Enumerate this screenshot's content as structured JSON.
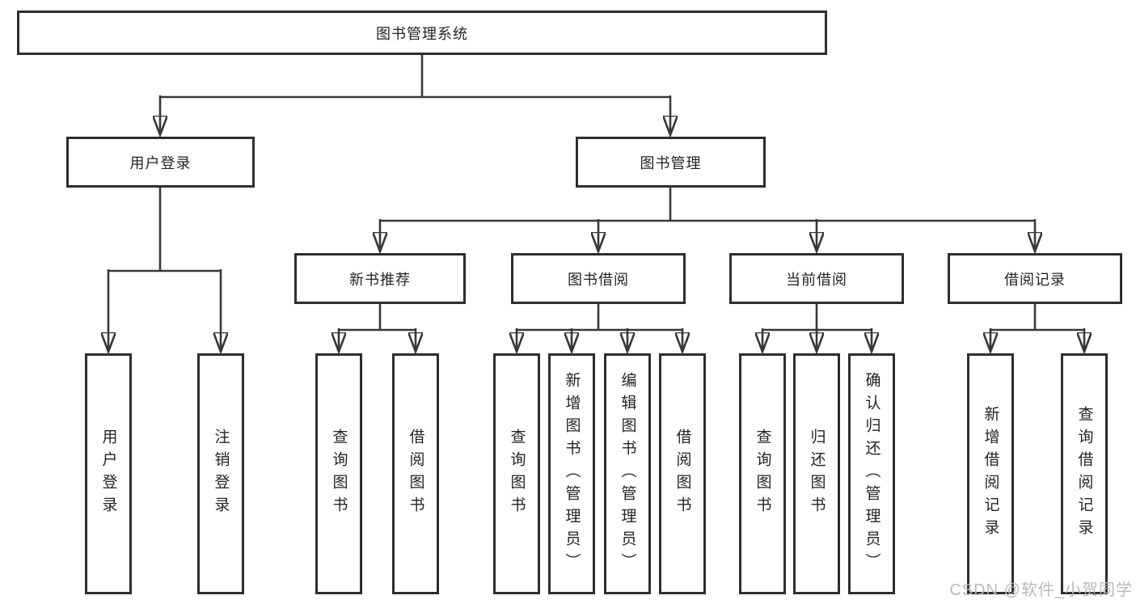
{
  "diagram": {
    "colors": {
      "line": "#383838",
      "box_border": "#2e2e2e",
      "box_fill": "#ffffff",
      "text": "#242424",
      "watermark": "#b9b5b5"
    },
    "watermark": "CSDN @软件_小贺同学",
    "nodes": {
      "root": {
        "label": "图书管理系统"
      },
      "user_login": {
        "label": "用户登录"
      },
      "book_management": {
        "label": "图书管理"
      },
      "new_book_recommend": {
        "label": "新书推荐"
      },
      "book_borrow": {
        "label": "图书借阅"
      },
      "current_borrow": {
        "label": "当前借阅"
      },
      "borrow_records": {
        "label": "借阅记录"
      },
      "leaf_user_login": {
        "label": "用户登录"
      },
      "leaf_logout": {
        "label": "注销登录"
      },
      "leaf_query_books_recommend": {
        "label": "查询图书"
      },
      "leaf_borrow_books_recommend": {
        "label": "借阅图书"
      },
      "leaf_query_books_borrow": {
        "label": "查询图书"
      },
      "leaf_add_book_admin": {
        "label": "新增图书（管理员）"
      },
      "leaf_edit_book_admin": {
        "label": "编辑图书（管理员）"
      },
      "leaf_borrow_books_borrow": {
        "label": "借阅图书"
      },
      "leaf_query_books_current": {
        "label": "查询图书"
      },
      "leaf_return_book": {
        "label": "归还图书"
      },
      "leaf_confirm_return_admin": {
        "label": "确认归还（管理员）"
      },
      "leaf_add_borrow_record": {
        "label": "新增借阅记录"
      },
      "leaf_query_borrow_record": {
        "label": "查询借阅记录"
      }
    },
    "structure": [
      {
        "parent": "图书管理系统",
        "children": [
          "用户登录",
          "图书管理"
        ]
      },
      {
        "parent": "用户登录",
        "children": [
          "用户登录",
          "注销登录"
        ]
      },
      {
        "parent": "图书管理",
        "children": [
          "新书推荐",
          "图书借阅",
          "当前借阅",
          "借阅记录"
        ]
      },
      {
        "parent": "新书推荐",
        "children": [
          "查询图书",
          "借阅图书"
        ]
      },
      {
        "parent": "图书借阅",
        "children": [
          "查询图书",
          "新增图书（管理员）",
          "编辑图书（管理员）",
          "借阅图书"
        ]
      },
      {
        "parent": "当前借阅",
        "children": [
          "查询图书",
          "归还图书",
          "确认归还（管理员）"
        ]
      },
      {
        "parent": "借阅记录",
        "children": [
          "新增借阅记录",
          "查询借阅记录"
        ]
      }
    ]
  }
}
